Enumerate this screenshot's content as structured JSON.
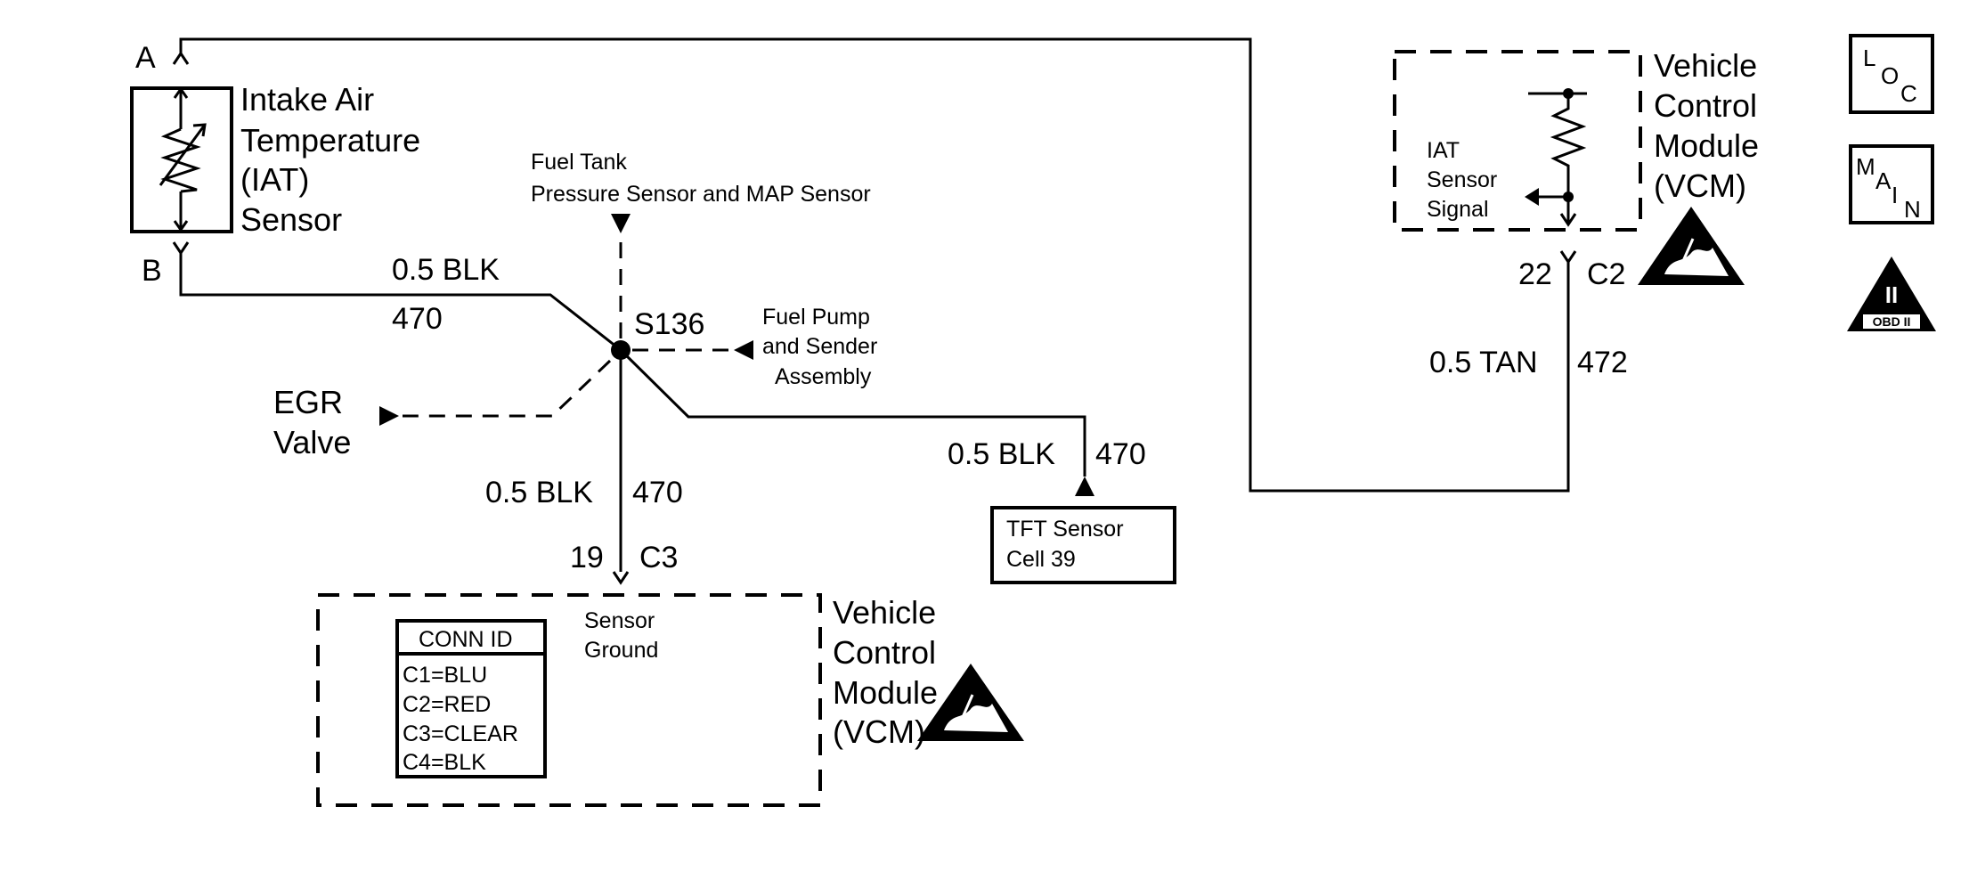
{
  "sensor": {
    "pin_a": "A",
    "pin_b": "B",
    "name_lines": [
      "Intake Air",
      "Temperature",
      "(IAT)",
      "Sensor"
    ]
  },
  "wires": {
    "b_color": "0.5 BLK",
    "b_circuit": "470",
    "down_color": "0.5 BLK",
    "down_circuit": "470",
    "tft_color": "0.5 BLK",
    "tft_circuit": "470",
    "tan_color": "0.5 TAN",
    "tan_circuit": "472"
  },
  "splice": {
    "label": "S136"
  },
  "branches": {
    "fuel_tank_lines": [
      "Fuel Tank",
      "Pressure Sensor and MAP Sensor"
    ],
    "fuel_pump_lines": [
      "Fuel Pump",
      "and Sender",
      "Assembly"
    ],
    "egr_lines": [
      "EGR",
      "Valve"
    ]
  },
  "tft": {
    "lines": [
      "TFT Sensor",
      "Cell 39"
    ]
  },
  "connector_c3": {
    "pin": "19",
    "id": "C3"
  },
  "connector_c2": {
    "pin": "22",
    "id": "C2"
  },
  "vcm_bottom": {
    "signal_lines": [
      "Sensor",
      "Ground"
    ],
    "name_lines": [
      "Vehicle",
      "Control",
      "Module",
      "(VCM)"
    ]
  },
  "conn_table": {
    "header": "CONN ID",
    "rows": [
      "C1=BLU",
      "C2=RED",
      "C3=CLEAR",
      "C4=BLK"
    ]
  },
  "vcm_top": {
    "signal_lines": [
      "IAT",
      "Sensor",
      "Signal"
    ],
    "name_lines": [
      "Vehicle",
      "Control",
      "Module",
      "(VCM)"
    ]
  },
  "icons": {
    "loc": [
      "L",
      "O",
      "C"
    ],
    "main": [
      "M",
      "A",
      "I",
      "N"
    ],
    "obd": [
      "II",
      "OBD II"
    ]
  }
}
